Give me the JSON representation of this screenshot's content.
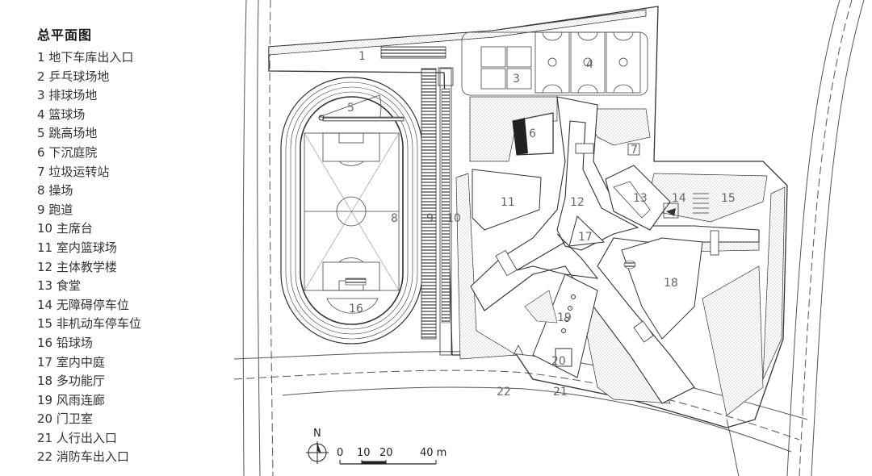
{
  "legend": {
    "title": "总平面图",
    "items": [
      {
        "num": "1",
        "label": "地下车库出入口"
      },
      {
        "num": "2",
        "label": "乒乓球场地"
      },
      {
        "num": "3",
        "label": "排球场地"
      },
      {
        "num": "4",
        "label": "篮球场"
      },
      {
        "num": "5",
        "label": "跳高场地"
      },
      {
        "num": "6",
        "label": "下沉庭院"
      },
      {
        "num": "7",
        "label": "垃圾运转站"
      },
      {
        "num": "8",
        "label": "操场"
      },
      {
        "num": "9",
        "label": "跑道"
      },
      {
        "num": "10",
        "label": "主席台"
      },
      {
        "num": "11",
        "label": "室内篮球场"
      },
      {
        "num": "12",
        "label": "主体教学楼"
      },
      {
        "num": "13",
        "label": "食堂"
      },
      {
        "num": "14",
        "label": "无障碍停车位"
      },
      {
        "num": "15",
        "label": "非机动车停车位"
      },
      {
        "num": "16",
        "label": "铅球场"
      },
      {
        "num": "17",
        "label": "室内中庭"
      },
      {
        "num": "18",
        "label": "多功能厅"
      },
      {
        "num": "19",
        "label": "风雨连廊"
      },
      {
        "num": "20",
        "label": "门卫室"
      },
      {
        "num": "21",
        "label": "人行出入口"
      },
      {
        "num": "22",
        "label": "消防车出入口"
      }
    ]
  },
  "plan_labels": [
    "1",
    "3",
    "4",
    "5",
    "6",
    "7",
    "8",
    "9",
    "10",
    "11",
    "12",
    "13",
    "14",
    "15",
    "16",
    "17",
    "18",
    "19",
    "20",
    "21",
    "22"
  ],
  "scale": {
    "north": "N",
    "ticks": [
      "0",
      "10",
      "20",
      "40 m"
    ]
  },
  "colors": {
    "line": "#333333",
    "hatch": "#bdbdbd",
    "label": "#666666"
  }
}
